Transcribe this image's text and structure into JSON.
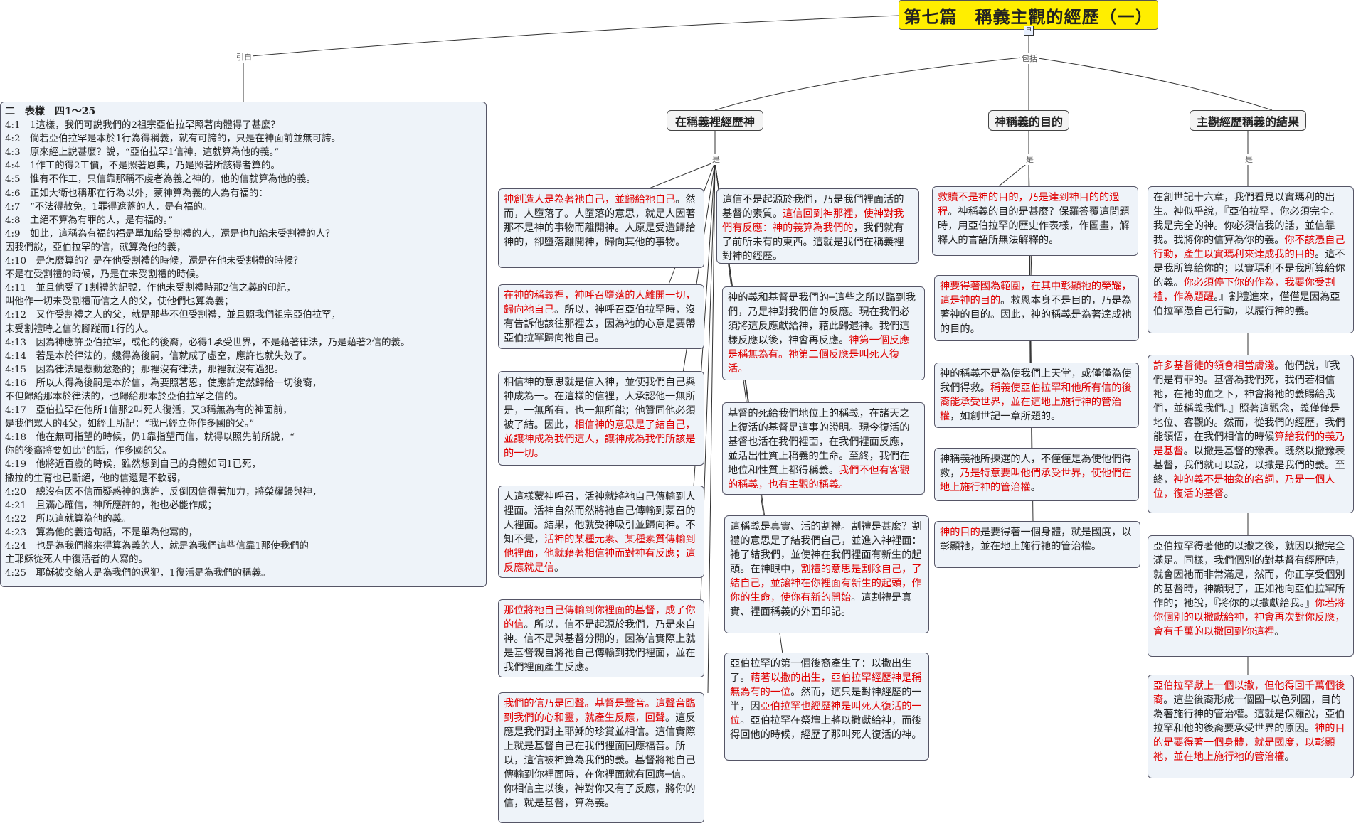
{
  "title": "第七篇　稱義主觀的經歷（一）",
  "labels": {
    "intro": "引自",
    "includes": "包括",
    "is1": "是",
    "is2": "是",
    "is3": "是"
  },
  "topics": {
    "t1": "在稱義裡經歷神",
    "t2": "神稱義的目的",
    "t3": "主觀經歷稱義的結果"
  },
  "scripture": {
    "heading": "二　表樣　四1～25",
    "lines": [
      "4:1　1這樣，我們可說我們的2祖宗亞伯拉罕照著肉體得了甚麼？",
      "4:2　倘若亞伯拉罕是本於1行為得稱義，就有可誇的，只是在神面前並無可誇。",
      "4:3　原來經上說甚麼？說，“亞伯拉罕1信神，這就算為他的義。”",
      "4:4　1作工的得2工價，不是照著恩典，乃是照著所該得者算的。",
      "4:5　惟有不作工，只信靠那稱不虔者為義之神的，他的信就算為他的義。",
      "4:6　正如大衛也稱那在行為以外，蒙神算為義的人為有福的：",
      "4:7　“不法得赦免，1罪得遮蓋的人，是有福的。",
      "4:8　主絕不算為有罪的人，是有福的。”",
      "4:9　如此，這稱為有福的福是單加給受割禮的人，還是也加給未受割禮的人？",
      "因我們說，亞伯拉罕的信，就算為他的義，",
      "4:10　是怎麼算的？是在他受割禮的時候，還是在他未受割禮的時候？",
      "不是在受割禮的時候，乃是在未受割禮的時候。",
      "4:11　並且他受了1割禮的記號，作他未受割禮時那2信之義的印記，",
      "叫他作一切未受割禮而信之人的父，使他們也算為義；",
      "4:12　又作受割禮之人的父，就是那些不但受割禮，並且照我們祖宗亞伯拉罕，",
      "未受割禮時之信的腳蹤而1行的人。",
      "4:13　因為神應許亞伯拉罕，或他的後裔，必得1承受世界，不是藉著律法，乃是藉著2信的義。",
      "4:14　若是本於律法的，纔得為後嗣，信就成了虛空，應許也就失效了。",
      "4:15　因為律法是惹動忿怒的；那裡沒有律法，那裡就沒有過犯。",
      "4:16　所以人得為後嗣是本於信，為要照著恩，使應許定然歸給一切後裔，",
      "不但歸給那本於律法的，也歸給那本於亞伯拉罕之信的。",
      "4:17　亞伯拉罕在他所1信那2叫死人復活，又3稱無為有的神面前，",
      "是我們眾人的4父，如經上所記：“我已經立你作多國的父。”",
      "4:18　他在無可指望的時候，仍1靠指望而信，就得以照先前所說，“",
      "你的後裔將要如此”的話，作多國的父。",
      "4:19　他將近百歲的時候，雖然想到自己的身體如同1已死，",
      "撒拉的生育也已斷絕，他的信還是不軟弱，",
      "4:20　總沒有因不信而疑惑神的應許，反倒因信得著加力，將榮耀歸與神，",
      "4:21　且滿心確信，神所應許的，祂也必能作成；",
      "4:22　所以這就算為他的義。",
      "4:23　算為他的義這句話，不是單為他寫的，",
      "4:24　也是為我們將來得算為義的人，就是為我們這些信靠1那使我們的",
      "主耶穌從死人中復活者的人寫的。",
      "4:25　耶穌被交給人是為我們的過犯，1復活是為我們的稱義。"
    ]
  },
  "notes": {
    "a1": [
      {
        "t": "神創造人是為著祂自己，並歸給祂自己",
        "red": true
      },
      {
        "t": "。然而，人墮落了。人墮落的意思，就是人因著那不是神的事物而離開神。人原是受造歸給神的，卻墮落離開神，歸向其他的事物。",
        "red": false
      }
    ],
    "a2": [
      {
        "t": "在神的稱義裡，神呼召墮落的人離開一切，歸向祂自己",
        "red": true
      },
      {
        "t": "。所以，神呼召亞伯拉罕時，沒有告訴他該往那裡去，因為祂的心意是要帶亞伯拉罕歸向祂自己。",
        "red": false
      }
    ],
    "a3": [
      {
        "t": "相信神的意思就是信入神，並使我們自己與神成為一。在這樣的信裡，人承認他一無所是，一無所有，也一無所能；他贊同他必須被了結。因此，",
        "red": false
      },
      {
        "t": "相信神的意思是了結自己，並讓神成為我們這人，讓神成為我們所該是的一切。",
        "red": true
      }
    ],
    "a4": [
      {
        "t": "人這樣蒙神呼召，活神就將祂自己傳輸到人裡面。活神自然而然將祂自己傳輸到蒙召的人裡面。結果，他就受神吸引並歸向神。不知不覺，",
        "red": false
      },
      {
        "t": "活神的某種元素、某種素質傳輸到他裡面，他就藉著相信神而對神有反應；這反應就是信",
        "red": true
      },
      {
        "t": "。",
        "red": false
      }
    ],
    "a5": [
      {
        "t": "那位將祂自己傳輸到你裡面的基督，成了你的信",
        "red": true
      },
      {
        "t": "。所以，信不是起源於我們，乃是來自神。信不是與基督分開的，因為信實際上就是基督親自將祂自己傳輸到我們裡面，並在我們裡面產生反應。",
        "red": false
      }
    ],
    "a6": [
      {
        "t": "我們的信乃是回聲。基督是聲音。這聲音臨到我們的心和靈，就產生反應，回聲",
        "red": true
      },
      {
        "t": "。這反應是我們對主耶穌的珍賞並相信。這信實際上就是基督自己在我們裡面回應福音。所以，這信被神算為我們的義。基督將祂自己傳輸到你裡面時，在你裡面就有回應─信。你相信主以後，神對你又有了反應，將你的信，就是基督，算為義。",
        "red": false
      }
    ],
    "b1": [
      {
        "t": "這信不是起源於我們，乃是我們裡面活的基督的素質。",
        "red": false
      },
      {
        "t": "這信回到神那裡，使神對我們有反應：神的義算為我們的",
        "red": true
      },
      {
        "t": "，我們就有了前所未有的東西。這就是我們在稱義裡對神的經歷。",
        "red": false
      }
    ],
    "b2": [
      {
        "t": "神的義和基督是我們的─這些之所以臨到我們，乃是神對我們信的反應。現在我們必須將這反應獻給神，藉此歸還神。我們這樣反應以後，神會再反應。",
        "red": false
      },
      {
        "t": "神第一個反應是稱無為有。祂第二個反應是叫死人復活。",
        "red": true
      }
    ],
    "b3": [
      {
        "t": "基督的死給我們地位上的稱義，在諸天之上復活的基督是這事的證明。現今復活的基督也活在我們裡面，在我們裡面反應，並活出性質上稱義的生命。至終，我們在地位和性質上都得稱義。",
        "red": false
      },
      {
        "t": "我們不但有客觀的稱義，也有主觀的稱義。",
        "red": true
      }
    ],
    "b4": [
      {
        "t": "這稱義是真實、活的割禮。割禮是甚麼？割禮的意思是了結我們自己，並進入神裡面：祂了結我們，並使神在我們裡面有新生的起頭。在神眼中，",
        "red": false
      },
      {
        "t": "割禮的意思是割除自己，了結自己，並讓神在你裡面有新生的起頭，作你的生命，使你有新的開始",
        "red": true
      },
      {
        "t": "。這割禮是真實、裡面稱義的外面印記。",
        "red": false
      }
    ],
    "b5": [
      {
        "t": "亞伯拉罕的第一個後裔產生了：以撒出生了。",
        "red": false
      },
      {
        "t": "藉著以撒的出生，亞伯拉罕經歷神是稱無為有的一位",
        "red": true
      },
      {
        "t": "。然而，這只是對神經歷的一半，因",
        "red": false
      },
      {
        "t": "亞伯拉罕也經歷神是叫死人復活的一位",
        "red": true
      },
      {
        "t": "。亞伯拉罕在祭壇上將以撒獻給神，而後得回他的時候，經歷了那叫死人復活的神。",
        "red": false
      }
    ],
    "c1": [
      {
        "t": "救贖不是神的目的，乃是達到神目的的過程",
        "red": true
      },
      {
        "t": "。神稱義的目的是甚麼？保羅答覆這問題時，用亞伯拉罕的歷史作表樣，作圖畫，解釋人的言語所無法解釋的。",
        "red": false
      }
    ],
    "c2": [
      {
        "t": "神要得著國為範圍，在其中彰顯祂的榮耀，這是神的目的",
        "red": true
      },
      {
        "t": "。救恩本身不是目的，乃是為著神的目的。因此，神的稱義是為著達成祂的目的。",
        "red": false
      }
    ],
    "c3": [
      {
        "t": "神的稱義不是為使我們上天堂，或僅僅為使我們得救。",
        "red": false
      },
      {
        "t": "稱義使亞伯拉罕和他所有信的後裔能承受世界，並在這地上施行神的管治權",
        "red": true
      },
      {
        "t": "，如創世記一章所題的。",
        "red": false
      }
    ],
    "c4": [
      {
        "t": "神稱義祂所揀選的人，不僅僅是為使他們得救，",
        "red": false
      },
      {
        "t": "乃是特意要叫他們承受世界，使他們在地上施行神的管治權",
        "red": true
      },
      {
        "t": "。",
        "red": false
      }
    ],
    "c5": [
      {
        "t": "神的目的",
        "red": true
      },
      {
        "t": "是要得著一個身體，就是國度，以彰顯祂，並在地上施行祂的管治權。",
        "red": false
      }
    ],
    "d1": [
      {
        "t": "在創世記十六章，我們看見以實瑪利的出生。神似乎說，『亞伯拉罕，你必須完全。我是完全的神。你必須信我的話，並信靠我。我將你的信算為你的義。",
        "red": false
      },
      {
        "t": "你不該憑自己行動，產生以實瑪利來達成我的目的",
        "red": true
      },
      {
        "t": "。這不是我所算給你的；以實瑪利不是我所算給你的義。",
        "red": false
      },
      {
        "t": "你必須停下你的作為，我要你受割禮，作為題醒",
        "red": true
      },
      {
        "t": "。』割禮進來，僅僅是因為亞伯拉罕憑自己行動，以履行神的義。",
        "red": false
      }
    ],
    "d2": [
      {
        "t": "許多基督徒的領會相當膚淺",
        "red": true
      },
      {
        "t": "。他們說，『我們是有罪的。基督為我們死，我們若相信祂，在祂的血之下，神會將祂的義賜給我們，並稱義我們。』照著這觀念，義僅僅是地位、客觀的。然而，從我們的經歷，我們能領悟，在我們相信的時候",
        "red": false
      },
      {
        "t": "算給我們的義乃是基督",
        "red": true
      },
      {
        "t": "。以撒是基督的豫表。既然以撒豫表基督，我們就可以說，以撒是我們的義。至終，",
        "red": false
      },
      {
        "t": "神的義不是抽象的名詞，乃是一個人位，復活的基督",
        "red": true
      },
      {
        "t": "。",
        "red": false
      }
    ],
    "d3": [
      {
        "t": "亞伯拉罕得著他的以撒之後，就因以撒完全滿足。同樣，我們個別的對基督有經歷時，就會因祂而非常滿足，然而，你正享受個別的基督時，神顯現了，正如祂向亞伯拉罕所作的；祂說，『將你的以撒獻給我。』",
        "red": false
      },
      {
        "t": "你若將你個別的以撒獻給神，神會再次對你反應，會有千萬的以撒回到你這裡",
        "red": true
      },
      {
        "t": "。",
        "red": false
      }
    ],
    "d4": [
      {
        "t": "亞伯拉罕獻上一個以撒，但他得回千萬個後裔",
        "red": true
      },
      {
        "t": "。這些後裔形成一個國─以色列國，目的為著施行神的管治權。這就是保羅說，亞伯拉罕和他的後裔要承受世界的原因。",
        "red": false
      },
      {
        "t": "神的目的是要得著一個身體，就是國度，以彰顯祂，並在地上施行祂的管治權",
        "red": true
      },
      {
        "t": "。",
        "red": false
      }
    ]
  }
}
